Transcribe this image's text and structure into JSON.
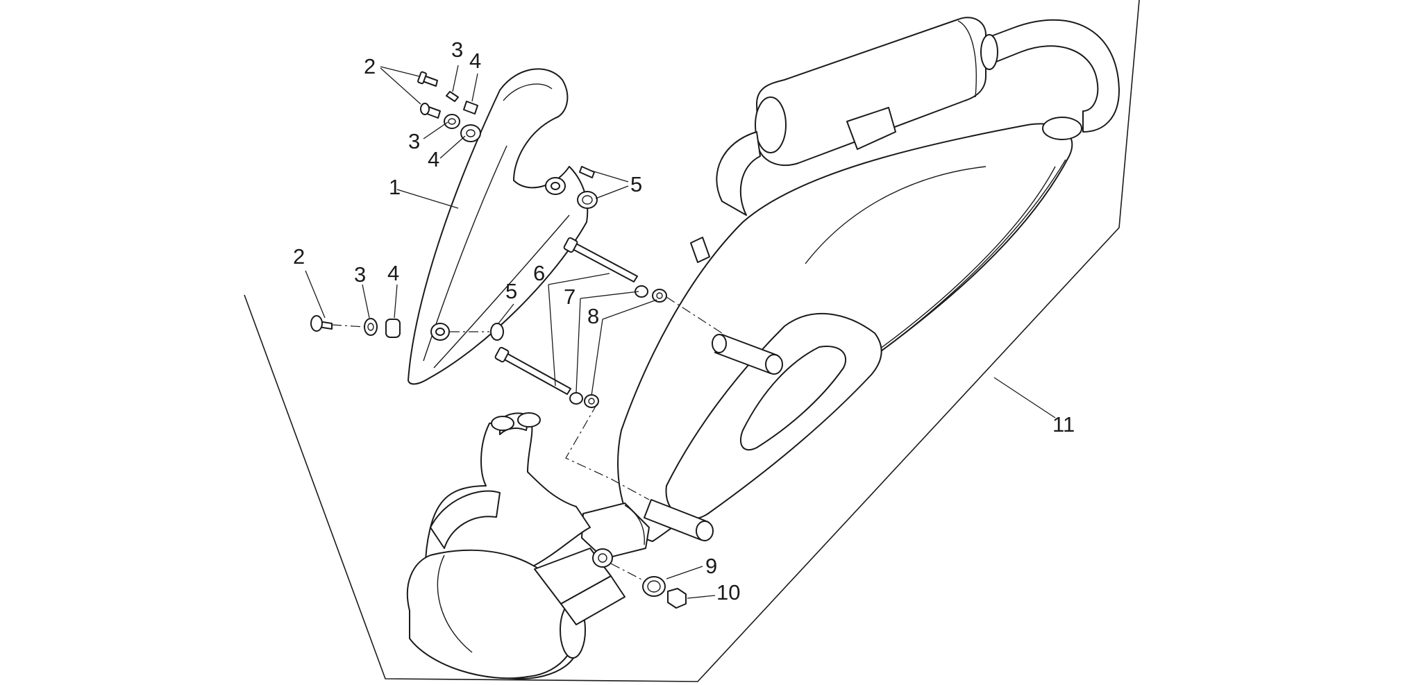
{
  "diagram": {
    "callouts": [
      "1",
      "2",
      "3",
      "4",
      "5",
      "6",
      "7",
      "8",
      "9",
      "10",
      "11"
    ]
  },
  "colors": {
    "line": "#1a1a1a",
    "background": "#ffffff"
  }
}
